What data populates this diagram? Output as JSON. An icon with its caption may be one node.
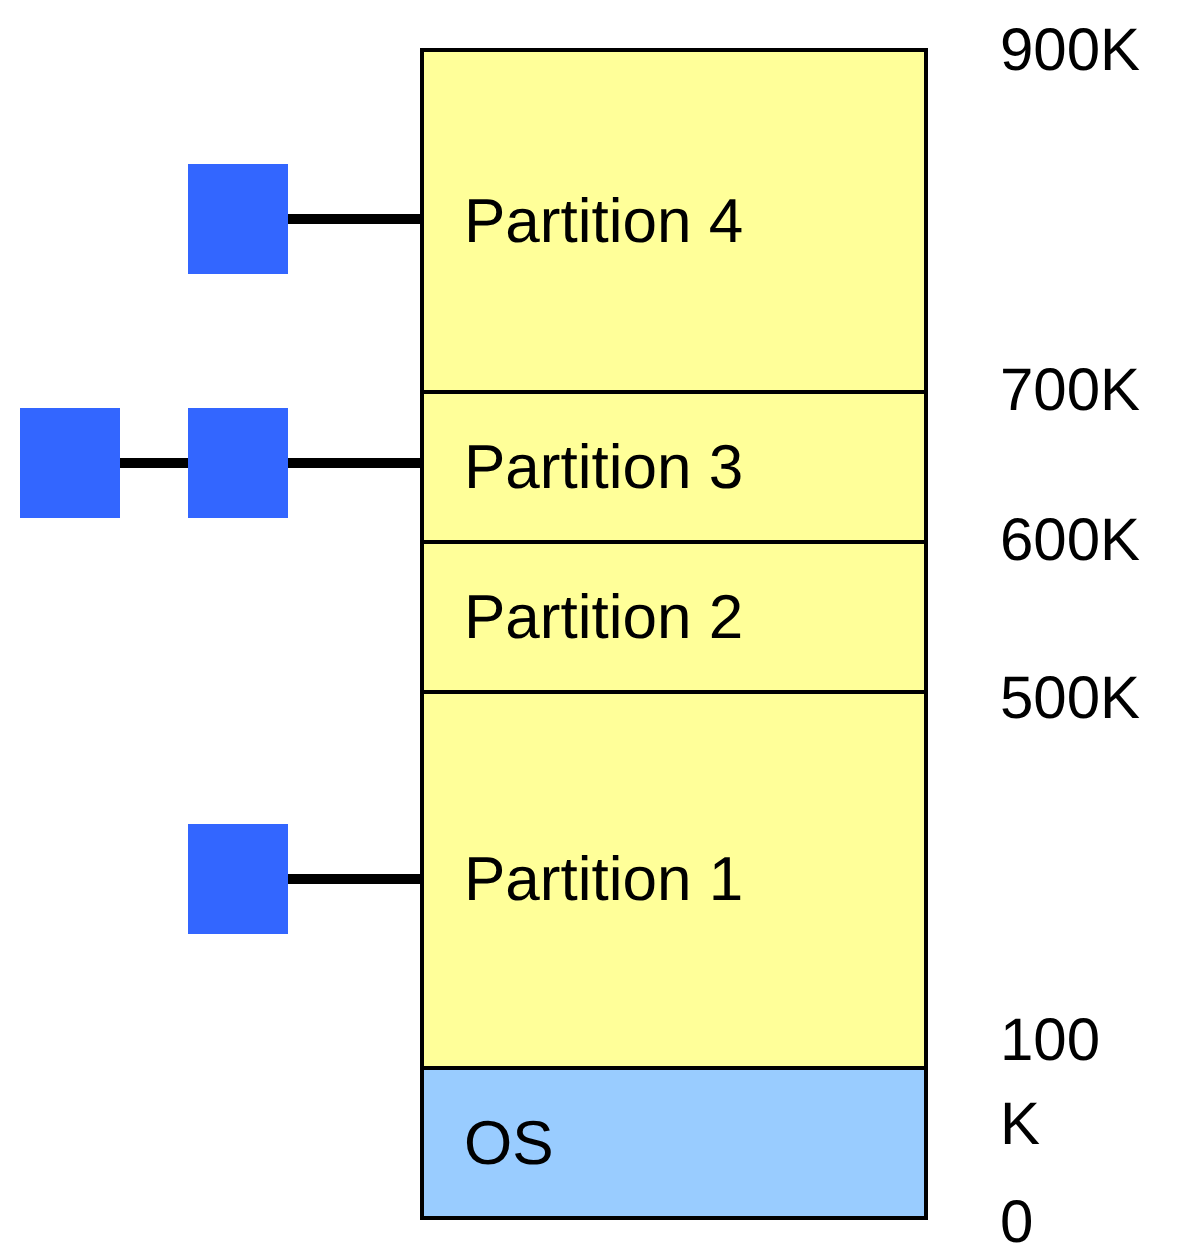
{
  "diagram": {
    "nodes": [
      {
        "text": [
          "Partition 4"
        ]
      },
      {
        "text": [
          "Partition 3"
        ]
      },
      {
        "text": [
          "Partition 2"
        ]
      },
      {
        "text": [
          "Partition 1"
        ]
      },
      {
        "text": [
          "OS"
        ]
      },
      {
        "text": [],
        "shape": "box"
      },
      {
        "text": [],
        "shape": "box"
      },
      {
        "text": [],
        "shape": "box"
      },
      {
        "text": [],
        "shape": "box"
      }
    ],
    "edges": [
      {
        "from": 5,
        "to": 0,
        "arrow": "none"
      },
      {
        "from": 6,
        "to": 7,
        "arrow": "none"
      },
      {
        "from": 7,
        "to": 1,
        "arrow": "none"
      },
      {
        "from": 8,
        "to": 3,
        "arrow": "none"
      }
    ],
    "labels": [
      "900K",
      "700K",
      "600K",
      "500K",
      "100 K",
      "0"
    ]
  }
}
